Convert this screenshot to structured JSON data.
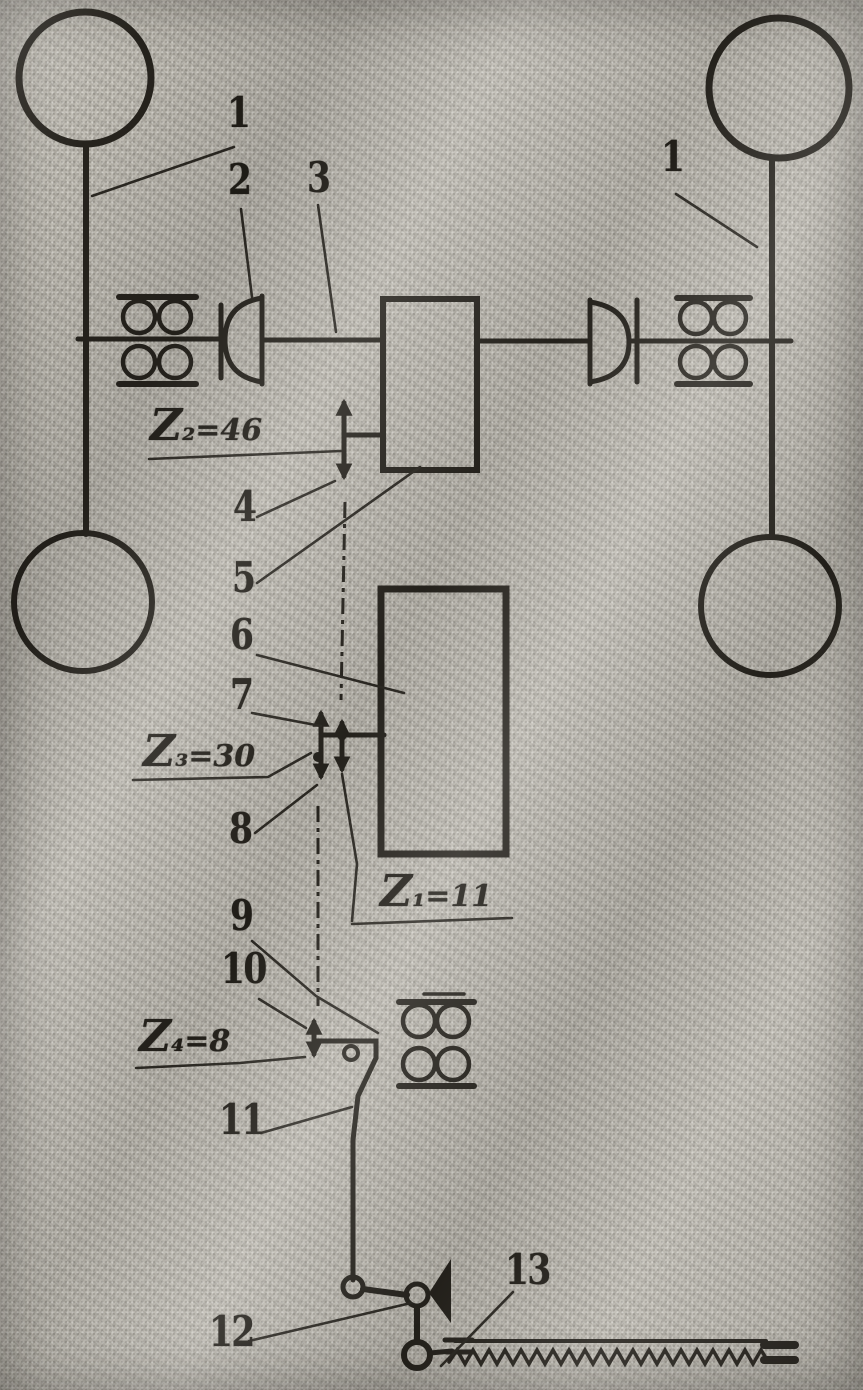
{
  "figure": {
    "kind": "kinematic scheme of a model car transmission (scanned print)",
    "callouts": {
      "c1_left": "1",
      "c2": "2",
      "c3": "3",
      "c1_right": "1",
      "c4": "4",
      "c5": "5",
      "c6": "6",
      "c7": "7",
      "c8": "8",
      "c9": "9",
      "c10": "10",
      "c11": "11",
      "c12": "12",
      "c13": "13"
    },
    "gear_labels": {
      "z2": "Z₂=46",
      "z3": "Z₃=30",
      "z1": "Z₁=11",
      "z4": "Z₄=8"
    },
    "ink_color": "#26231d",
    "paper_color": "#b9b5ac"
  }
}
